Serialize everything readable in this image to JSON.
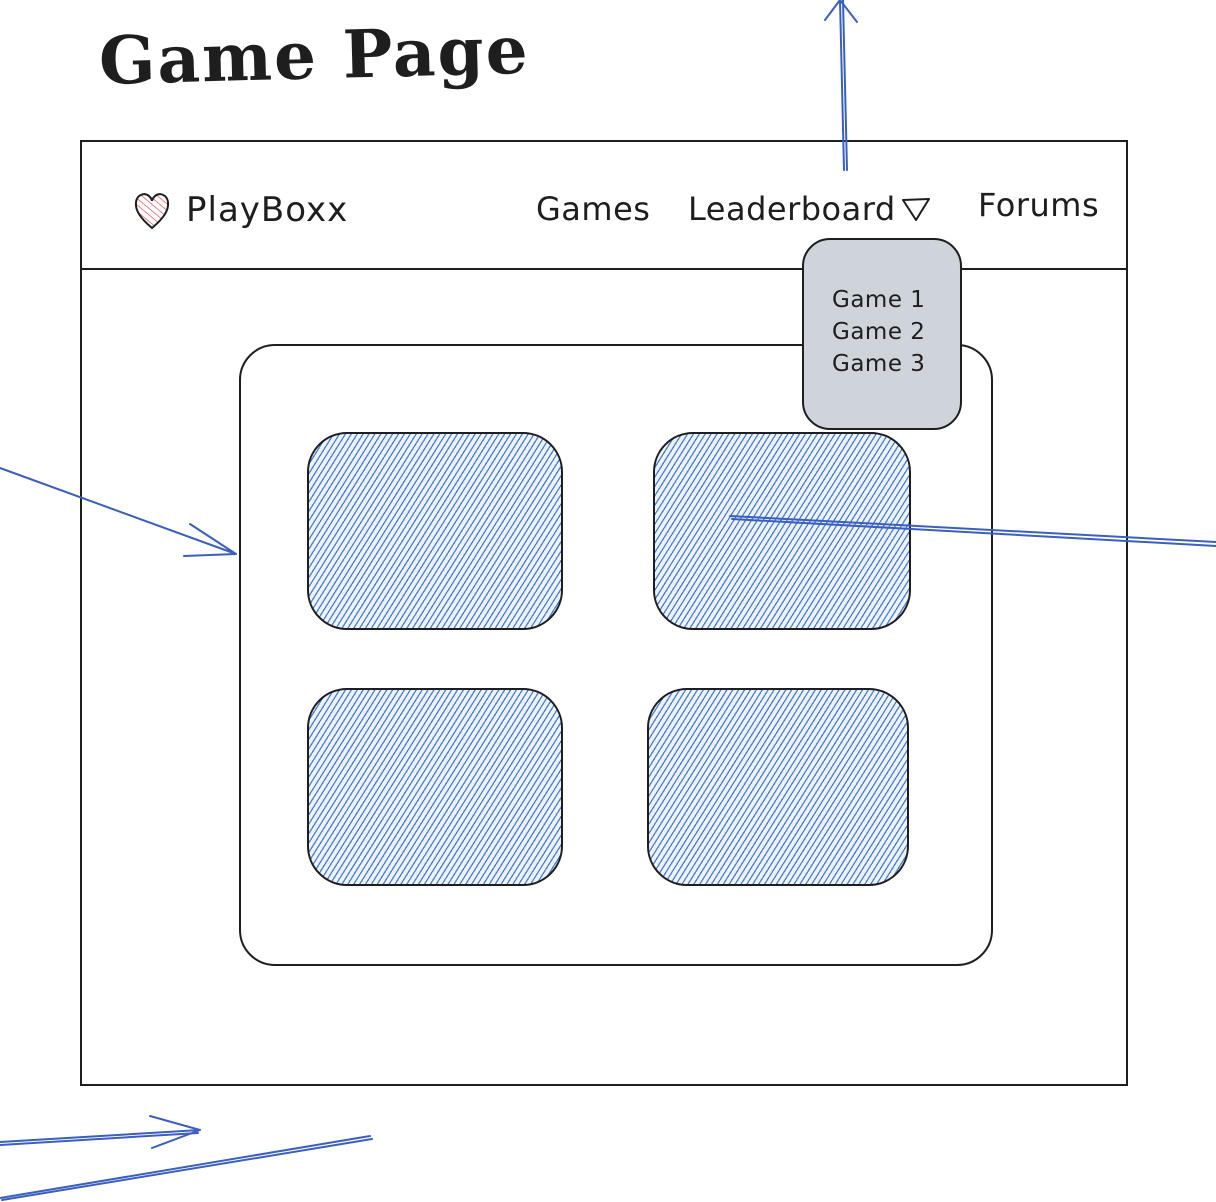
{
  "page": {
    "title": "Game Page"
  },
  "navbar": {
    "brand": "PlayBoxx",
    "brand_icon": "heart-icon",
    "items": [
      {
        "label": "Games"
      },
      {
        "label": "Leaderboard",
        "icon": "dropdown-triangle-icon"
      },
      {
        "label": "Forums"
      }
    ]
  },
  "dropdown": {
    "items": [
      "Game 1",
      "Game 2",
      "Game 3"
    ],
    "background": "#ced4da"
  },
  "main_panel": {
    "tiles": 4,
    "tile_fill": "#4a7fd1"
  },
  "colors": {
    "stroke": "#1e1e1e",
    "arrow": "#3b5fc0",
    "heart": "#e03131"
  }
}
